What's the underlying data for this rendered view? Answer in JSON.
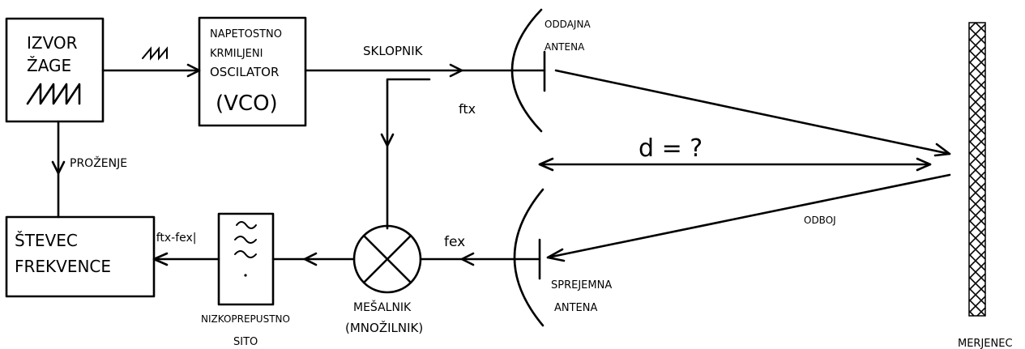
{
  "blocks": {
    "saw_source": {
      "line1": "IZVOR",
      "line2": "ŽAGE"
    },
    "vco": {
      "line1": "NAPETOSTNO",
      "line2": "KRMILJENI",
      "line3": "OSCILATOR",
      "line4": "(VCO)"
    },
    "counter": {
      "line1": "ŠTEVEC",
      "line2": "FREKVENCE"
    },
    "filter": {
      "label1": "NIZKOPREPUSTNO",
      "label2": "SITO"
    },
    "mixer": {
      "label1": "MEŠALNIK",
      "label2": "(MNOŽILNIK)"
    }
  },
  "labels": {
    "switch": "SKLOPNIK",
    "trigger": "PROŽENJE",
    "tx_antenna1": "ODDAJNA",
    "tx_antenna2": "ANTENA",
    "rx_antenna1": "SPREJEMNA",
    "rx_antenna2": "ANTENA",
    "ftx": "ftx",
    "fex": "fex",
    "freq_diff": "|ftx-fex|",
    "distance": "d = ?",
    "reflection": "ODBOJ",
    "target": "MERJENEC"
  }
}
